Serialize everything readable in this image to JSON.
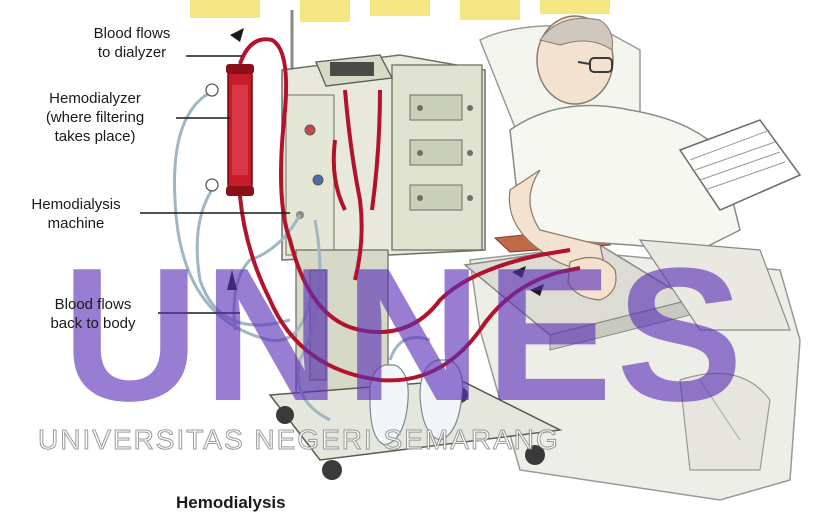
{
  "labels": {
    "blood_to_dialyzer": [
      "Blood flows",
      "to dialyzer"
    ],
    "hemodialyzer": [
      "Hemodialyzer",
      "(where filtering",
      "takes place)"
    ],
    "machine": [
      "Hemodialysis",
      "machine"
    ],
    "blood_back": [
      "Blood flows",
      "back to body"
    ]
  },
  "caption": "Hemodialysis",
  "watermark": {
    "letters": "UNNES",
    "subtitle": "UNIVERSITAS NEGERI SEMARANG"
  },
  "colors": {
    "blood": "#b3122c",
    "tube_blue": "#9fb7c4",
    "machine_body": "#e8e9dc",
    "watermark": "#5a2fb8",
    "watermark_yellow": "#f3dd5a"
  }
}
